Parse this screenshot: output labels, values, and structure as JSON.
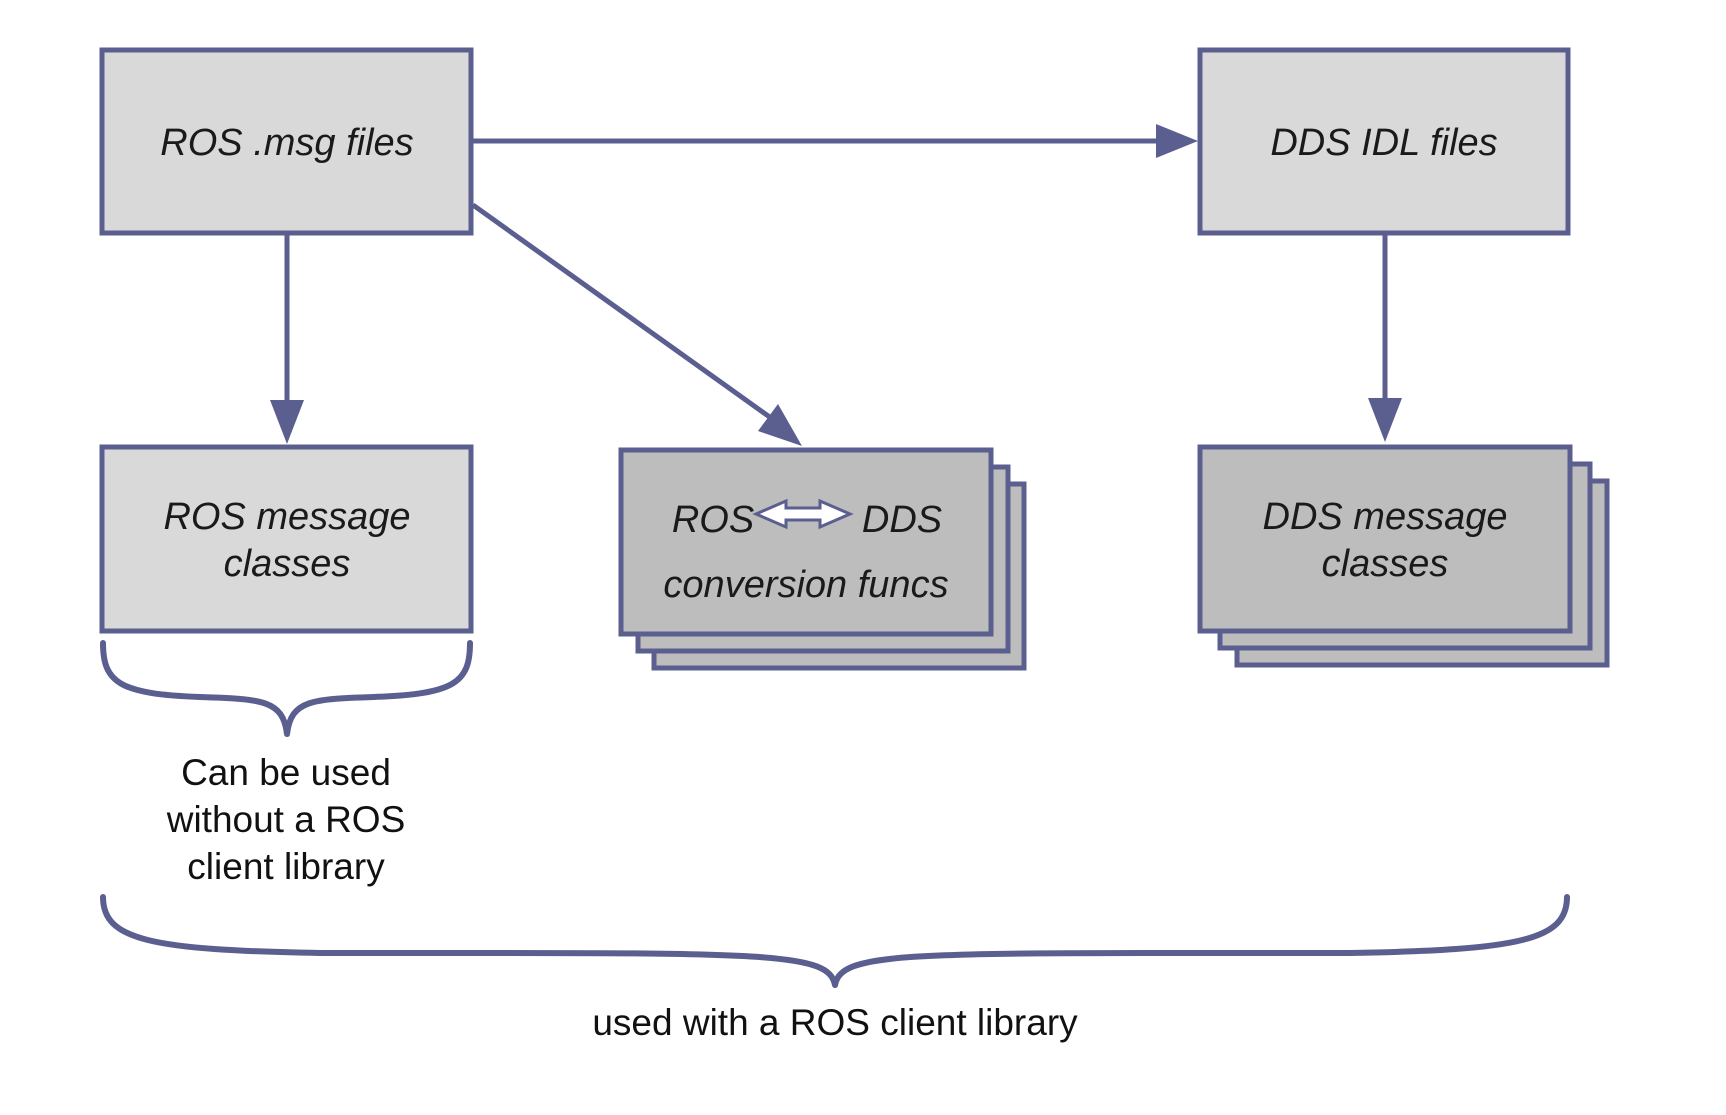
{
  "nodes": {
    "ros_msg_files": {
      "label": "ROS .msg files"
    },
    "dds_idl_files": {
      "label": "DDS IDL files"
    },
    "ros_message_classes": {
      "line1": "ROS message",
      "line2": "classes"
    },
    "conversion_funcs": {
      "left": "ROS",
      "right": "DDS",
      "line2": "conversion funcs"
    },
    "dds_message_classes": {
      "line1": "DDS message",
      "line2": "classes"
    }
  },
  "captions": {
    "standalone": {
      "line1": "Can be used",
      "line2": "without a ROS",
      "line3": "client library"
    },
    "client": "used with a ROS client library"
  },
  "colors": {
    "stroke": "#5a5f8f",
    "box_fill_light": "#d9d9d9",
    "box_fill_dark": "#bdbdbd",
    "double_arrow_fill": "#ffffff"
  }
}
